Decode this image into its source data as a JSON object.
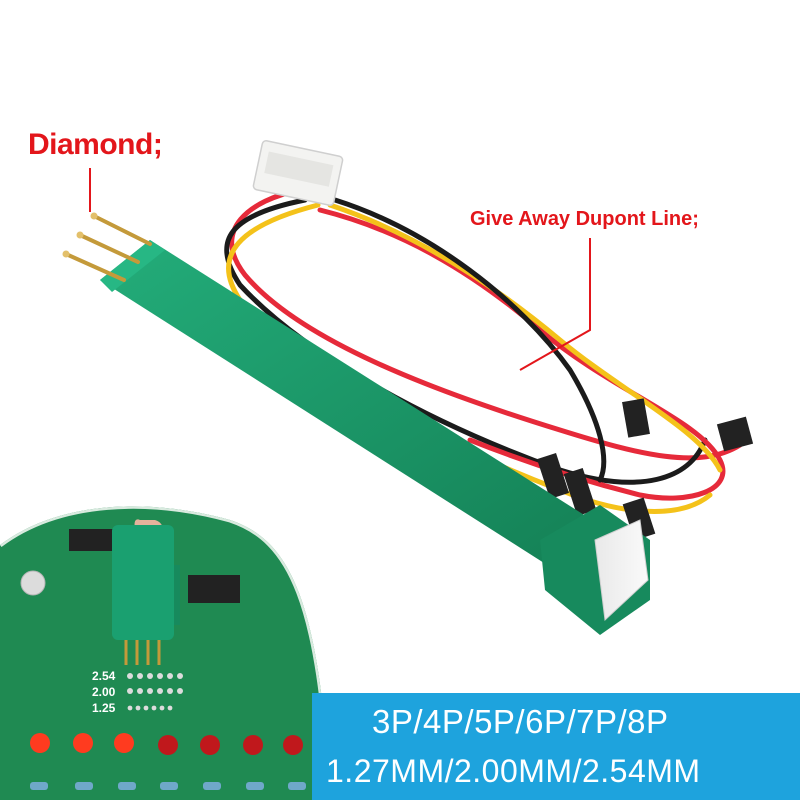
{
  "callouts": {
    "diamond": "Diamond;",
    "dupont": "Give Away Dupont Line;"
  },
  "banner": {
    "line1": "3P/4P/5P/6P/7P/8P",
    "line2": "1.27MM/2.00MM/2.54MM"
  },
  "pcb_labels": {
    "pitch_254": "2.54",
    "pitch_200": "2.00",
    "pitch_125": "1.25"
  },
  "colors": {
    "callout_red": "#e3161b",
    "banner_blue": "#1ea3dd",
    "probe_green": "#199a6c",
    "pcb_green": "#1f8a52",
    "wire_red": "#e62a3a",
    "wire_yellow": "#f4c21a",
    "wire_black": "#1b1b1b"
  }
}
